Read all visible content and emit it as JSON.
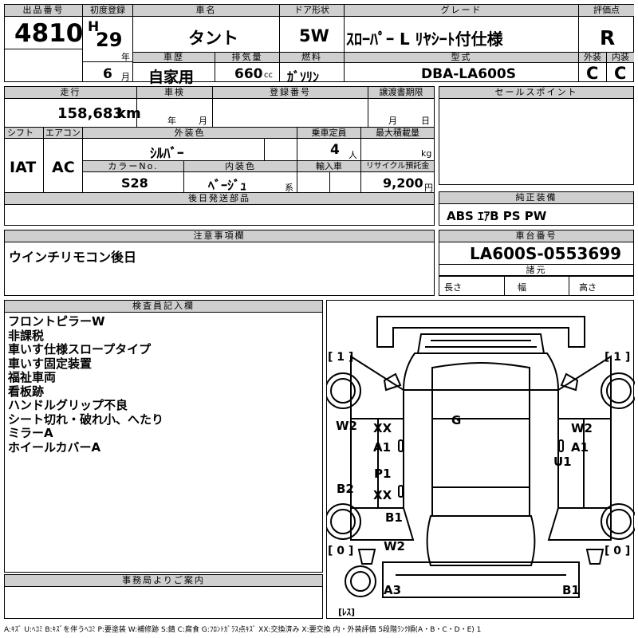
{
  "header": {
    "labels": {
      "lot_no": "出品番号",
      "first_reg": "初度登録",
      "car_name": "車名",
      "door": "ドア形状",
      "grade": "グレード",
      "score": "評価点",
      "history": "車歴",
      "displacement": "排気量",
      "fuel": "燃料",
      "model_code": "型式",
      "exterior": "外装",
      "interior": "内装"
    },
    "lot_no": "4810",
    "era": "H",
    "year": "29",
    "year_unit": "年",
    "month": "6",
    "month_unit": "月",
    "car_name": "タント",
    "door": "5W",
    "grade": "ｽﾛｰﾊﾟｰ L ﾘﾔｼｰﾄ付仕様",
    "score": "R",
    "history": "自家用",
    "displacement": "660",
    "displacement_unit": "cc",
    "fuel": "ｶﾞｿﾘﾝ",
    "model_code": "DBA-LA600S",
    "exterior_grade": "C",
    "interior_grade": "C"
  },
  "details": {
    "labels": {
      "mileage": "走行",
      "inspection": "車検",
      "reg_no": "登録番号",
      "transfer": "譲渡書期限",
      "shift": "シフト",
      "aircon": "エアコン",
      "ext_color": "外装色",
      "capacity": "乗車定員",
      "max_load": "最大積載量",
      "color_no": "カラーNo.",
      "int_color": "内装色",
      "import": "輸入車",
      "recycle": "リサイクル預託金",
      "later_parts": "後日発送部品"
    },
    "mileage": "158,683",
    "mileage_unit": "km",
    "insp_year_unit": "年",
    "insp_month_unit": "月",
    "transfer_month_unit": "月",
    "transfer_day_unit": "日",
    "shift": "IAT",
    "aircon": "AC",
    "ext_color": "ｼﾙﾊﾞｰ",
    "capacity": "4",
    "capacity_unit": "人",
    "load_unit": "kg",
    "color_no": "S28",
    "int_color": "ﾍﾞｰｼﾞｭ",
    "int_color_unit": "系",
    "recycle": "9,200",
    "recycle_unit": "円"
  },
  "sales_point": {
    "label": "セールスポイント"
  },
  "equipment": {
    "label": "純正装備",
    "value": "ABS ｴｱB PS PW"
  },
  "notes": {
    "label": "注意事項欄",
    "value": "ウインチリモコン後日"
  },
  "chassis": {
    "label": "車台番号",
    "value": "LA600S-0553699",
    "spec_label": "諸元",
    "length": "長さ",
    "width": "幅",
    "height": "高さ"
  },
  "inspector": {
    "label": "検査員記入欄",
    "lines": [
      "フロントピラーW",
      "非課税",
      "車いす仕様スロープタイプ",
      "車いす固定装置",
      "福祉車両",
      "看板跡",
      "ハンドルグリップ不良",
      "シート切れ・破れ小、へたり",
      "ミラーA",
      "ホイールカバーA"
    ]
  },
  "office": {
    "label": "事務局よりご案内"
  },
  "diagram": {
    "marks": {
      "fl_tire": "[ 1 ]",
      "fr_tire": "[ 1 ]",
      "rl_tire": "[ 0 ]",
      "rr_tire": "[ 0 ]",
      "spare": "[ﾚｽ]",
      "roof": "G",
      "left_front_door_edge": "W2",
      "left_front_door_1": "XX",
      "left_front_door_2": "A1",
      "left_slide_1": "P1",
      "left_slide_2": "XX",
      "left_sill": "B2",
      "left_rear_1": "B1",
      "left_rear_2": "W2",
      "right_front_1": "W2",
      "right_front_2": "A1",
      "right_front_3": "U1",
      "rear_left": "A3",
      "rear_right": "B1"
    }
  },
  "legend": "A:ｷｽﾞ U:ﾍｺﾐ B:ｷｽﾞを伴うﾍｺﾐ P:要塗装 W:補修跡 S:錆 C:腐食 G:ﾌﾛﾝﾄｶﾞﾗｽ点ｷｽﾞ XX:交換済み X:要交換 内・外装評価 5段階ﾗﾝｸ順(A・B・C・D・E) 1"
}
